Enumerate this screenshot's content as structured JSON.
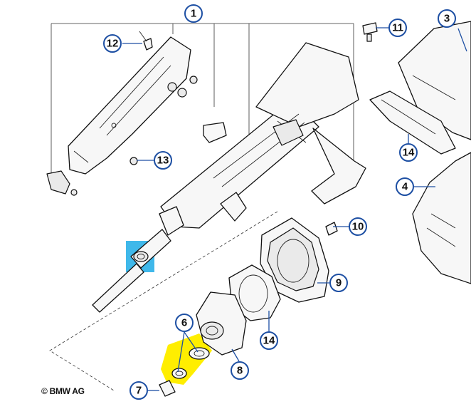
{
  "copyright": "© BMW AG",
  "callouts": {
    "c1": "1",
    "c3": "3",
    "c4": "4",
    "c6": "6",
    "c7": "7",
    "c8": "8",
    "c9": "9",
    "c10": "10",
    "c11": "11",
    "c12": "12",
    "c13": "13",
    "c14a": "14",
    "c14b": "14"
  },
  "colors": {
    "callout_ring": "#1d4fa3",
    "highlight_blue": "#3fb8ea",
    "highlight_yellow": "#ffee00"
  }
}
